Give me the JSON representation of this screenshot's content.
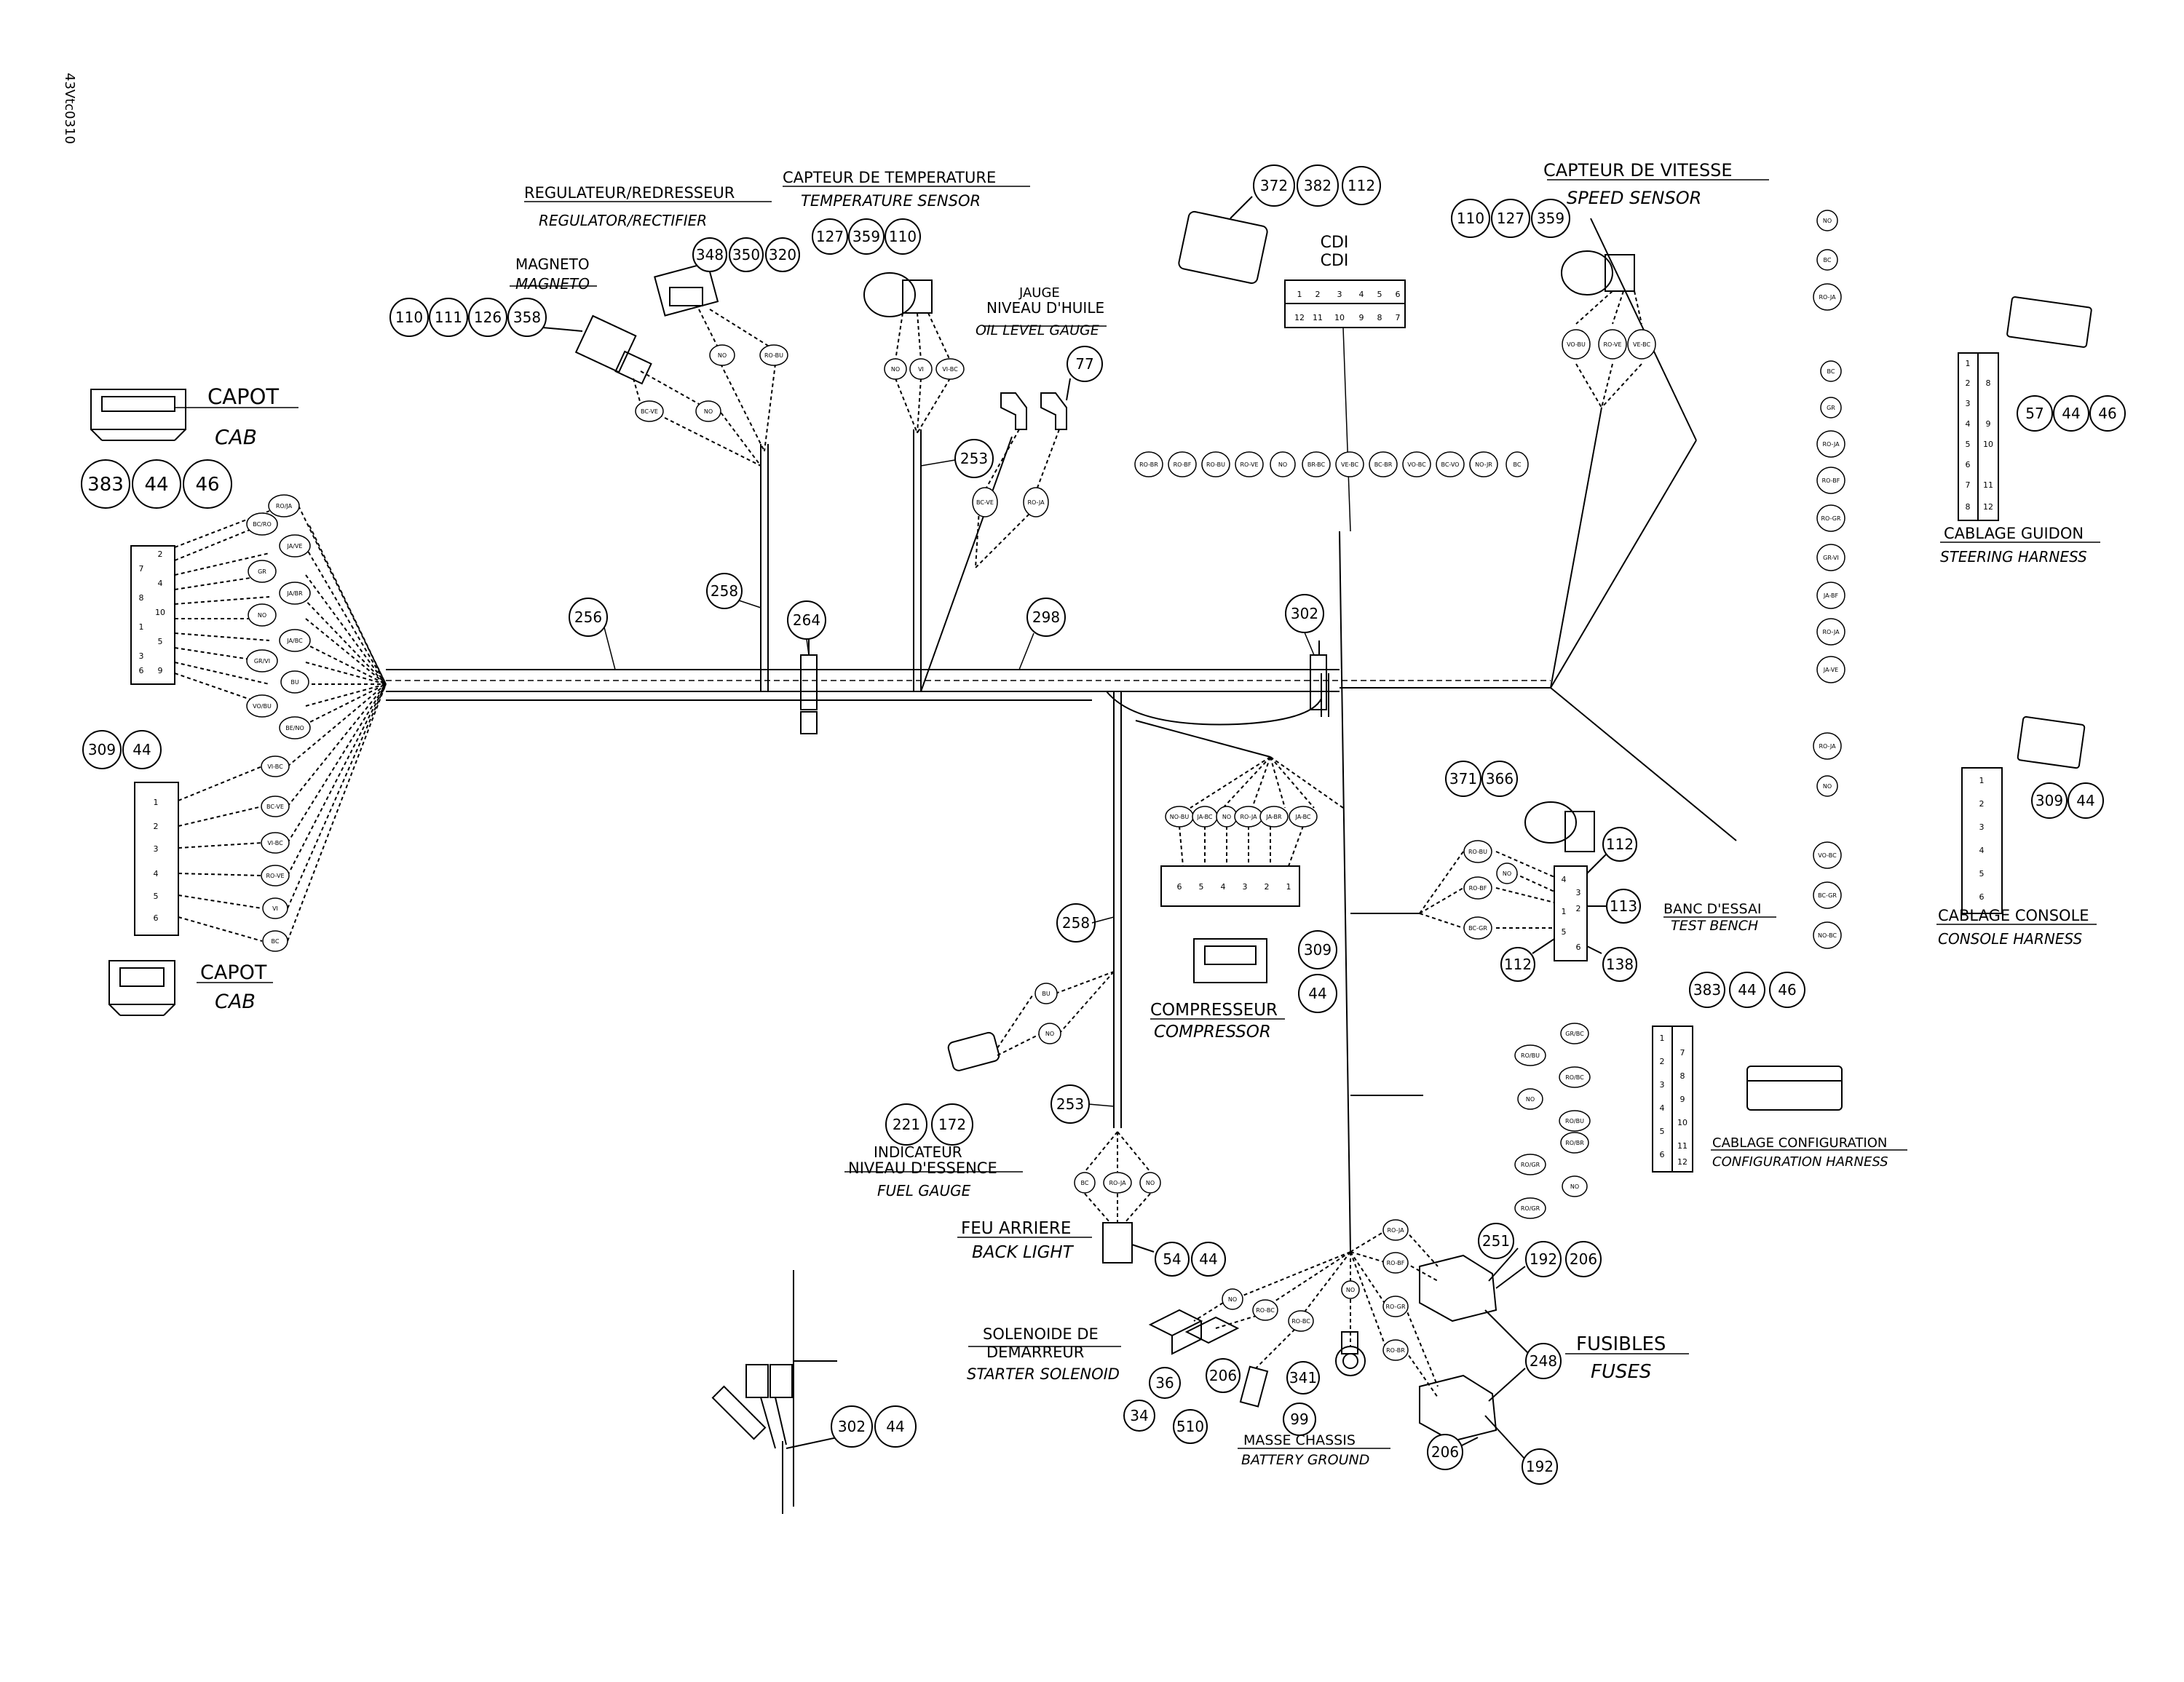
{
  "side_code": "43Vtc0310",
  "labels": {
    "regulator_fr": "REGULATEUR/REDRESSEUR",
    "regulator_en": "REGULATOR/RECTIFIER",
    "temp_fr": "CAPTEUR DE TEMPERATURE",
    "temp_en": "TEMPERATURE SENSOR",
    "magneto_fr": "MAGNETO",
    "magneto_en": "MAGNETO",
    "oil_fr1": "JAUGE",
    "oil_fr2": "NIVEAU D'HUILE",
    "oil_en": "OIL LEVEL GAUGE",
    "cdi_1": "CDI",
    "cdi_2": "CDI",
    "speed_fr": "CAPTEUR DE VITESSE",
    "speed_en": "SPEED SENSOR",
    "capot1_fr": "CAPOT",
    "capot1_en": "CAB",
    "capot2_fr": "CAPOT",
    "capot2_en": "CAB",
    "steering_fr": "CABLAGE GUIDON",
    "steering_en": "STEERING HARNESS",
    "console_fr": "CABLAGE CONSOLE",
    "console_en": "CONSOLE HARNESS",
    "bench_fr": "BANC D'ESSAI",
    "bench_en": "TEST BENCH",
    "compressor_fr": "COMPRESSEUR",
    "compressor_en": "COMPRESSOR",
    "fuel_fr1": "INDICATEUR",
    "fuel_fr2": "NIVEAU D'ESSENCE",
    "fuel_en": "FUEL GAUGE",
    "config_fr": "CABLAGE CONFIGURATION",
    "config_en": "CONFIGURATION HARNESS",
    "backlight_fr": "FEU ARRIERE",
    "backlight_en": "BACK LIGHT",
    "solenoid_fr1": "SOLENOIDE DE",
    "solenoid_fr2": "DEMARREUR",
    "solenoid_en": "STARTER SOLENOID",
    "ground_fr": "MASSE CHASSIS",
    "ground_en": "BATTERY GROUND",
    "fuses_fr": "FUSIBLES",
    "fuses_en": "FUSES"
  },
  "callouts": {
    "mag": [
      "110",
      "111",
      "126",
      "358"
    ],
    "reg": [
      "348",
      "350",
      "320"
    ],
    "temp": [
      "127",
      "359",
      "110"
    ],
    "oil": "77",
    "cdi": [
      "372",
      "382",
      "112"
    ],
    "speed": [
      "110",
      "127",
      "359"
    ],
    "capot1": [
      "383",
      "44",
      "46"
    ],
    "capot2": [
      "309",
      "44"
    ],
    "steering": [
      "57",
      "44",
      "46"
    ],
    "console": [
      "309",
      "44"
    ],
    "test_bench": [
      "371",
      "366"
    ],
    "bench_112a": "112",
    "bench_113": "113",
    "bench_112b": "112",
    "bench_138": "138",
    "config": [
      "383",
      "44",
      "46"
    ],
    "compressor_309": "309",
    "compressor_44": "44",
    "fuel": [
      "221",
      "172"
    ],
    "backlight": [
      "54",
      "44"
    ],
    "fuse_251": "251",
    "fuse_top": [
      "192",
      "206"
    ],
    "fuse_248": "248",
    "fuse_206": "206",
    "fuse_192": "192",
    "sol_36": "36",
    "sol_34": "34",
    "sol_206": "206",
    "sol_510": "510",
    "gnd_341": "341",
    "gnd_99": "99",
    "extra": [
      "302",
      "44"
    ],
    "w256": "256",
    "w258a": "258",
    "w264": "264",
    "w298": "298",
    "w302": "302",
    "w253a": "253",
    "w258b": "258",
    "w253b": "253"
  },
  "pins": {
    "capot1": [
      "7",
      "2",
      "8",
      "4",
      "1",
      "10",
      "3",
      "5",
      "6",
      "9"
    ],
    "capot2": [
      "1",
      "2",
      "3",
      "4",
      "5",
      "6"
    ],
    "cdi_top": [
      "1",
      "2",
      "3",
      "4",
      "5",
      "6"
    ],
    "cdi_bottom": [
      "12",
      "11",
      "10",
      "9",
      "8",
      "7"
    ],
    "steering_left": [
      "1",
      "2",
      "3",
      "4",
      "5",
      "6",
      "7",
      "8"
    ],
    "steering_right": [
      "8",
      "9",
      "10",
      "11",
      "12"
    ],
    "console": [
      "1",
      "2",
      "3",
      "4",
      "5",
      "6"
    ],
    "compressor": [
      "6",
      "5",
      "4",
      "3",
      "2",
      "1"
    ],
    "bench": [
      "4",
      "3",
      "2",
      "1",
      "5",
      "6"
    ],
    "config_left": [
      "1",
      "2",
      "3",
      "4",
      "5",
      "6"
    ],
    "config_right": [
      "7",
      "8",
      "9",
      "10",
      "11",
      "12"
    ]
  },
  "wires": {
    "capot1": [
      "RO/JA",
      "BC/RO",
      "JA/VE",
      "GR",
      "JA/BR",
      "NO",
      "JA/BC",
      "GR/VI",
      "BU",
      "VO/BU",
      "BE/NO"
    ],
    "capot2": [
      "VI-BC",
      "BC-VE",
      "VI-BC",
      "RO-VE",
      "VI",
      "BC"
    ],
    "mag": [
      "BC-VE",
      "NO"
    ],
    "reg": [
      "NO",
      "RO-BU"
    ],
    "temp": [
      "NO",
      "VI",
      "VI-BC"
    ],
    "oil": [
      "BC-VE",
      "RO-JA"
    ],
    "cdi": [
      "RO-BR",
      "RO-BF",
      "RO-BU",
      "RO-VE",
      "NO",
      "BR-BC",
      "VE-BC",
      "BC-BR",
      "VO-BC",
      "BC-VO",
      "NO-JR",
      "BC"
    ],
    "speed": [
      "VO-BU",
      "RO-VE",
      "VE-BC"
    ],
    "steering": [
      "NO",
      "BC",
      "RO-JA",
      "BC",
      "GR",
      "RO-JA",
      "RO-BF",
      "RO-GR",
      "GR-VI",
      "JA-BF",
      "RO-JA",
      "JA-VE"
    ],
    "console": [
      "RO-JA",
      "NO",
      "VO-BC",
      "BC-GR",
      "NO-BC"
    ],
    "compressor": [
      "NO-BU",
      "JA-BC",
      "NO",
      "RO-JA",
      "JA-BR",
      "JA-BC"
    ],
    "bench": [
      "RO-BU",
      "NO",
      "RO-BF",
      "BC-GR"
    ],
    "config": [
      "GR/BC",
      "RO/BU",
      "RO/BC",
      "NO",
      "RO/BU",
      "RO/GR",
      "RO/BR",
      "NO",
      "RO/GR"
    ],
    "fuel": [
      "BU",
      "NO"
    ],
    "backlight": [
      "BC",
      "RO-JA",
      "NO"
    ],
    "fuse": [
      "RO-JA",
      "RO-BF",
      "RO-GR",
      "RO-BR"
    ],
    "sol": [
      "NO",
      "RO-BC",
      "RO-BC"
    ],
    "gnd": "NO"
  }
}
